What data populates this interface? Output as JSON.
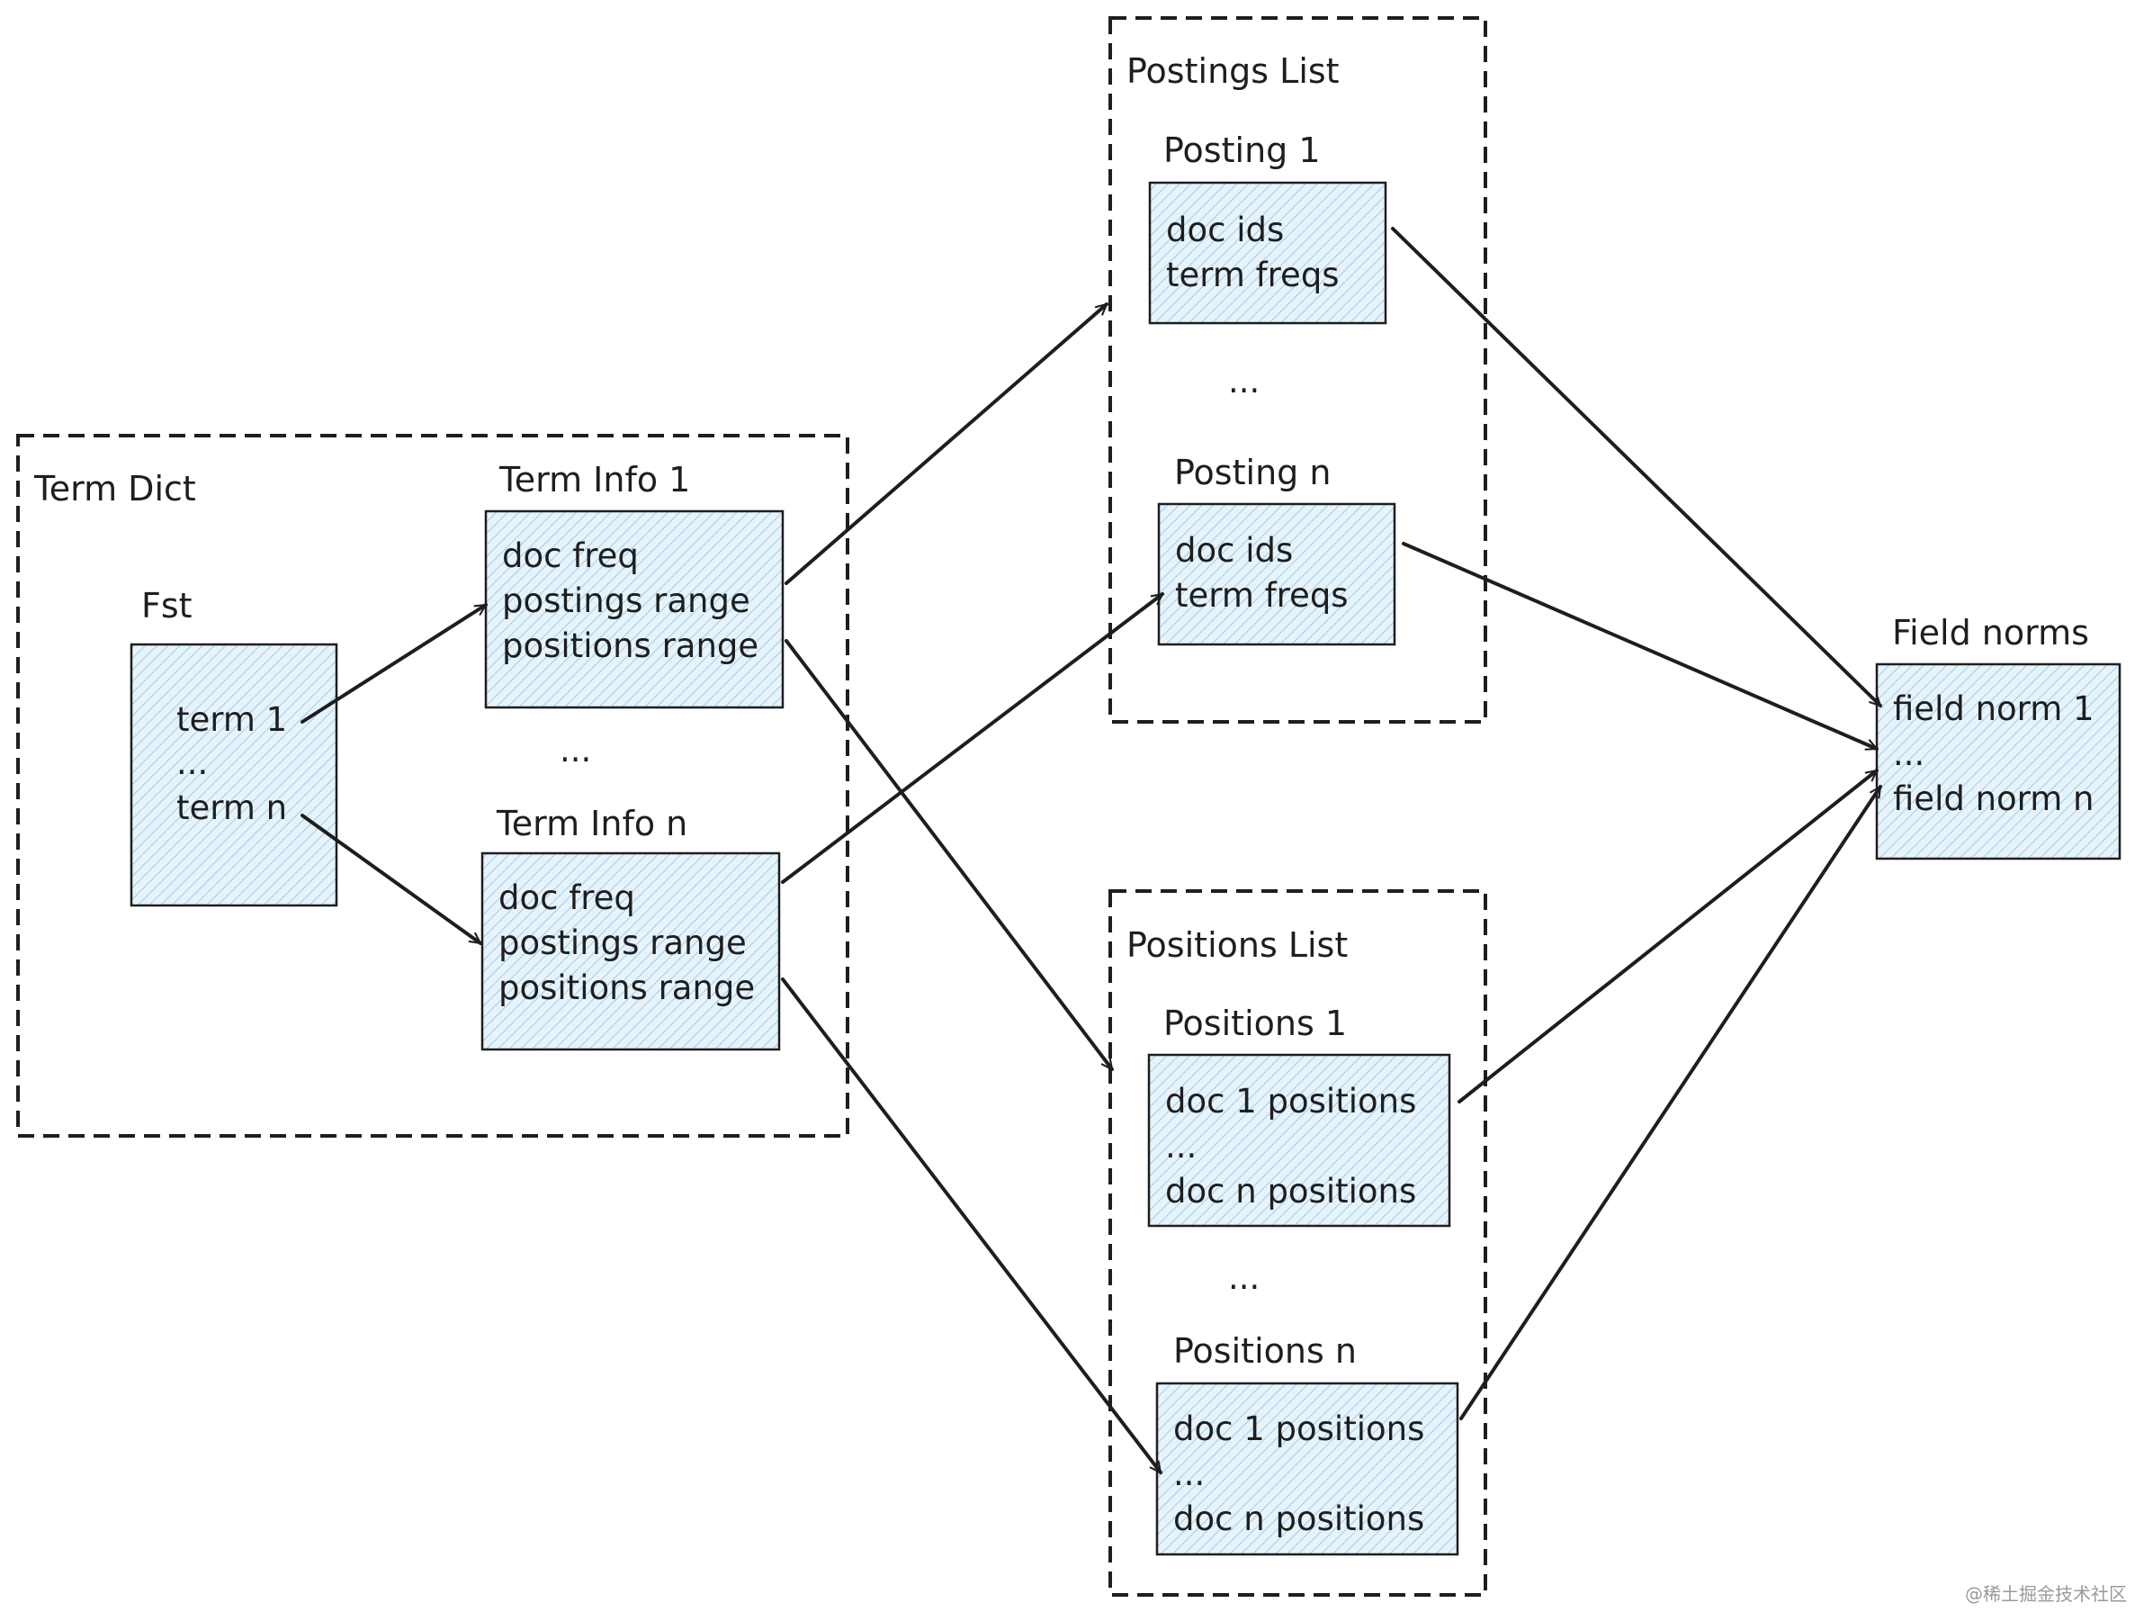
{
  "groups": {
    "term_dict": "Term Dict",
    "postings_list": "Postings List",
    "positions_list": "Positions List"
  },
  "fst": {
    "title": "Fst",
    "lines": [
      "term 1",
      "...",
      "term n"
    ]
  },
  "term_info_1": {
    "title": "Term Info 1",
    "lines": [
      "doc freq",
      "postings range",
      "positions range"
    ]
  },
  "term_info_ellipsis": "...",
  "term_info_n": {
    "title": "Term Info n",
    "lines": [
      "doc freq",
      "postings range",
      "positions range"
    ]
  },
  "posting_1": {
    "title": "Posting 1",
    "lines": [
      "doc ids",
      "term freqs"
    ]
  },
  "posting_ellipsis": "...",
  "posting_n": {
    "title": "Posting n",
    "lines": [
      "doc ids",
      "term freqs"
    ]
  },
  "positions_1": {
    "title": "Positions 1",
    "lines": [
      "doc 1 positions",
      "...",
      "doc n positions"
    ]
  },
  "positions_ellipsis": "...",
  "positions_n": {
    "title": "Positions n",
    "lines": [
      "doc 1 positions",
      "...",
      "doc n positions"
    ]
  },
  "field_norms": {
    "title": "Field norms",
    "lines": [
      "field norm 1",
      "...",
      "field norm n"
    ]
  },
  "watermark": "@稀土掘金技术社区",
  "colors": {
    "stroke": "#1e1e1e",
    "fill": "#e7f3fa",
    "hatch": "#8cc3e6"
  }
}
